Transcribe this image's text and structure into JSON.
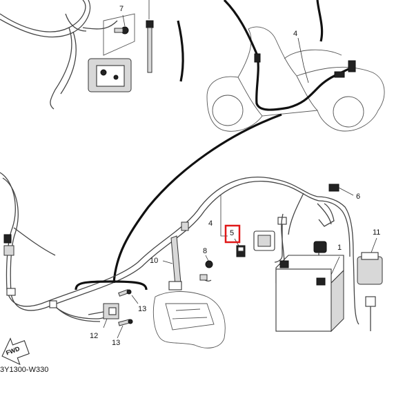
{
  "diagram": {
    "callouts": {
      "c1": "1",
      "c4_top": "4",
      "c4_mid": "4",
      "c5": "5",
      "c6": "6",
      "c7": "7",
      "c8": "8",
      "c10": "10",
      "c11": "11",
      "c12": "12",
      "c13_a": "13",
      "c13_b": "13"
    },
    "caption": "3Y1300-W330",
    "fwd_label": "FWD",
    "highlight_color": "#e01818"
  }
}
